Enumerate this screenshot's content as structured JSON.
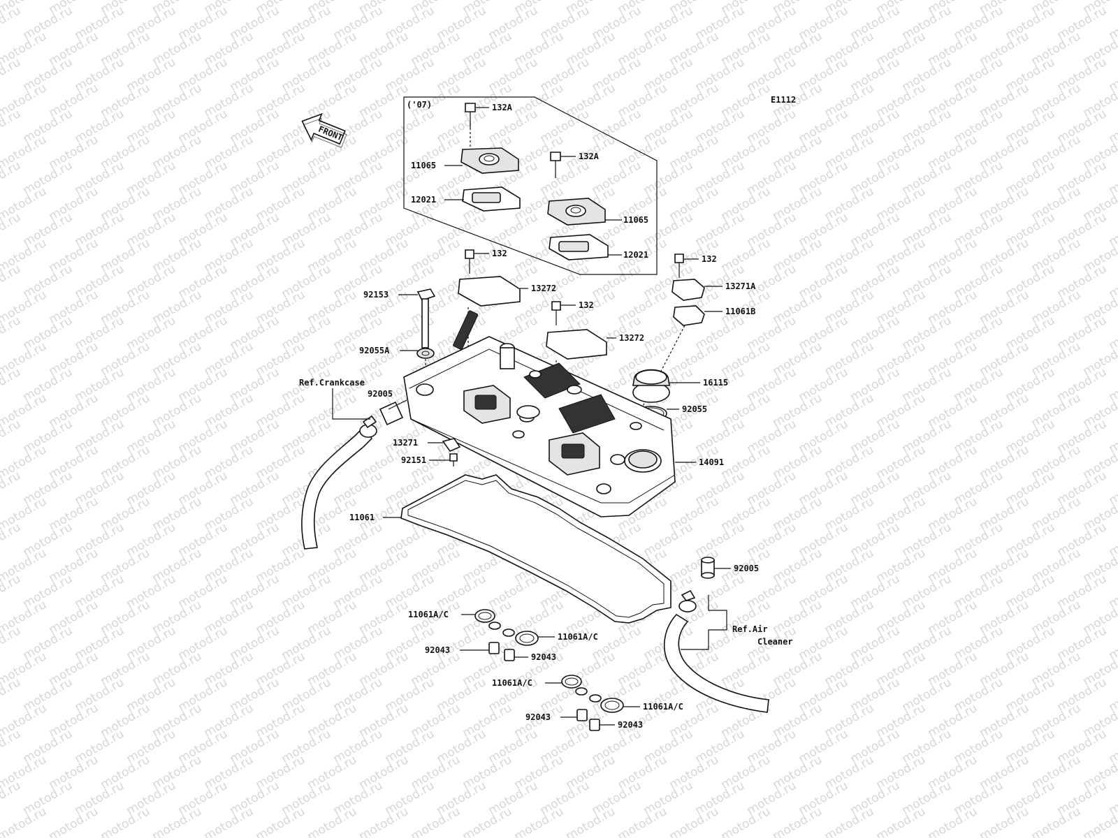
{
  "diagram": {
    "code": "E1112",
    "year_tag": "('07)",
    "front_label": "FRONT",
    "watermark_text": "motod.ru",
    "references": {
      "crankcase": "Ref.Crankcase",
      "air_cleaner_line1": "Ref.Air",
      "air_cleaner_line2": "Cleaner"
    },
    "part_labels": [
      "132A",
      "11065",
      "12021",
      "132A",
      "11065",
      "12021",
      "132",
      "13272",
      "92153",
      "92055A",
      "132",
      "13272",
      "132",
      "13271A",
      "11061B",
      "16115",
      "92055",
      "92005",
      "13271",
      "92151",
      "14091",
      "11061",
      "92005",
      "11061A/C",
      "92043",
      "11061A/C",
      "92043",
      "11061A/C",
      "92043",
      "11061A/C",
      "92043"
    ],
    "colors": {
      "line": "#111111",
      "watermark": "#d6d6d6",
      "background": "#ffffff"
    }
  }
}
